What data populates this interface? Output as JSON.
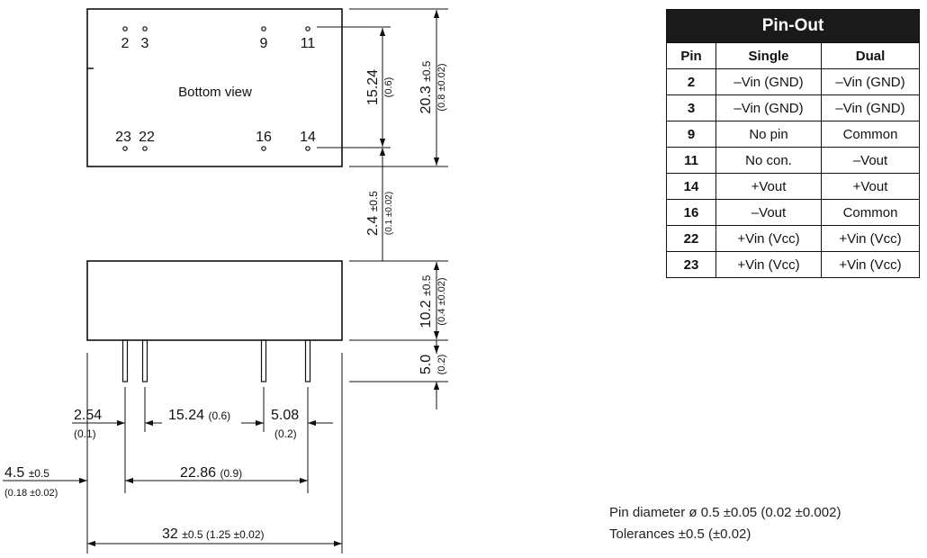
{
  "bottom_view": {
    "label": "Bottom view",
    "pins_top": [
      "2",
      "3",
      "9",
      "11"
    ],
    "pins_bottom": [
      "23",
      "22",
      "16",
      "14"
    ]
  },
  "dimensions": {
    "pin_row_spacing": {
      "value": "15.24",
      "inch": "(0.6)"
    },
    "height_total": {
      "value": "20.3",
      "tol": "±0.5",
      "inch": "(0.8 ±0.02)"
    },
    "pin_offset": {
      "value": "2.4",
      "tol": "±0.5",
      "inch": "(0.1 ±0.02)"
    },
    "body_height": {
      "value": "10.2",
      "tol": "±0.5",
      "inch": "(0.4 ±0.02)"
    },
    "pin_length": {
      "value": "5.0",
      "inch": "(0.2)"
    },
    "pitch_2_54": {
      "value": "2.54",
      "inch": "(0.1)"
    },
    "pitch_15_24": {
      "value": "15.24",
      "inch": "(0.6)"
    },
    "pitch_5_08": {
      "value": "5.08",
      "inch": "(0.2)"
    },
    "edge_offset": {
      "value": "4.5",
      "tol": "±0.5",
      "inch": "(0.18 ±0.02)"
    },
    "pin_span": {
      "value": "22.86",
      "inch": "(0.9)"
    },
    "length_total": {
      "value": "32",
      "tol": "±0.5",
      "inch": "(1.25 ±0.02)"
    }
  },
  "pinout": {
    "title": "Pin-Out",
    "headers": [
      "Pin",
      "Single",
      "Dual"
    ],
    "rows": [
      {
        "pin": "2",
        "single": "–Vin (GND)",
        "dual": "–Vin (GND)"
      },
      {
        "pin": "3",
        "single": "–Vin (GND)",
        "dual": "–Vin (GND)"
      },
      {
        "pin": "9",
        "single": "No pin",
        "dual": "Common"
      },
      {
        "pin": "11",
        "single": "No con.",
        "dual": "–Vout"
      },
      {
        "pin": "14",
        "single": "+Vout",
        "dual": "+Vout"
      },
      {
        "pin": "16",
        "single": "–Vout",
        "dual": "Common"
      },
      {
        "pin": "22",
        "single": "+Vin (Vcc)",
        "dual": "+Vin (Vcc)"
      },
      {
        "pin": "23",
        "single": "+Vin (Vcc)",
        "dual": "+Vin (Vcc)"
      }
    ]
  },
  "notes": {
    "pin_diameter": "Pin diameter ø 0.5 ±0.05  (0.02 ±0.002)",
    "tolerances": "Tolerances  ±0.5 (±0.02)"
  }
}
